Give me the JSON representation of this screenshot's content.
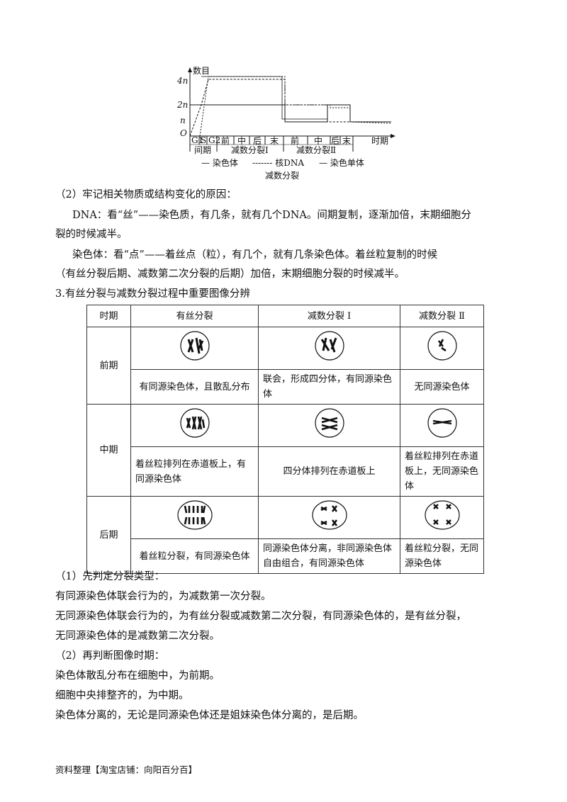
{
  "graph": {
    "y_axis_label": "数目",
    "y_ticks": [
      "4n",
      "2n",
      "n",
      "O"
    ],
    "x_axis_label": "时期",
    "phase_cells": [
      "G1",
      "S",
      "G2",
      "前",
      "中",
      "后",
      "末",
      "前",
      "中",
      "后",
      "末"
    ],
    "groups": [
      "间期",
      "减数分裂Ⅰ",
      "减数分裂Ⅱ"
    ],
    "legend": [
      "— 染色体",
      "------- 核DNA",
      "— 染色单体"
    ],
    "caption": "减数分裂"
  },
  "section2": {
    "heading": "（2）牢记相关物质或结构变化的原因：",
    "dna_line1": "DNA：看“丝”——染色质，有几条，就有几个DNA。间期复制，逐渐加倍，末期细胞分",
    "dna_line2": "裂的时候减半。",
    "chrom_line1": "染色体：看“点”——着丝点（粒），有几个，就有几条染色体。着丝粒复制的时候",
    "chrom_line2": "（有丝分裂后期、减数第二次分裂的后期）加倍，末期细胞分裂的时候减半。"
  },
  "section3": {
    "heading": "3.有丝分裂与减数分裂过程中重要图像分辨"
  },
  "table": {
    "headers": [
      "时期",
      "有丝分裂",
      "减数分裂  Ⅰ",
      "减数分裂  Ⅱ"
    ],
    "rows": [
      {
        "phase": "前期",
        "mitosis": "有同源染色体，且散乱分布",
        "meiosis1": "联会，形成四分体，有同源染色体",
        "meiosis2": "无同源染色体"
      },
      {
        "phase": "中期",
        "mitosis": "着丝粒排列在赤道板上，有同源染色体",
        "meiosis1": "四分体排列在赤道板上",
        "meiosis2": "着丝粒排列在赤道板上，无同源染色体"
      },
      {
        "phase": "后期",
        "mitosis": "着丝粒分裂，有同源染色体",
        "meiosis1": "同源染色体分离，非同源染色体自由组合，有同源染色体",
        "meiosis2": "着丝粒分裂，无同源染色体"
      }
    ]
  },
  "judge": {
    "h1": "（1）先判定分裂类型：",
    "p1": "有同源染色体联会行为的，为减数第一次分裂。",
    "p2a": "无同源染色体联会行为的，为有丝分裂或减数第二次分裂，有同源染色体的，是有丝分裂，",
    "p2b": "无同源染色体的是减数第二次分裂。",
    "h2": "（2）再判断图像时期：",
    "p3": "染色体散乱分布在细胞中，为前期。",
    "p4": "细胞中央排整齐的，为中期。",
    "p5": "染色体分离的，无论是同源染色体还是姐妹染色体分离的，是后期。"
  },
  "footer": "资料整理【淘宝店铺：向阳百分百】"
}
